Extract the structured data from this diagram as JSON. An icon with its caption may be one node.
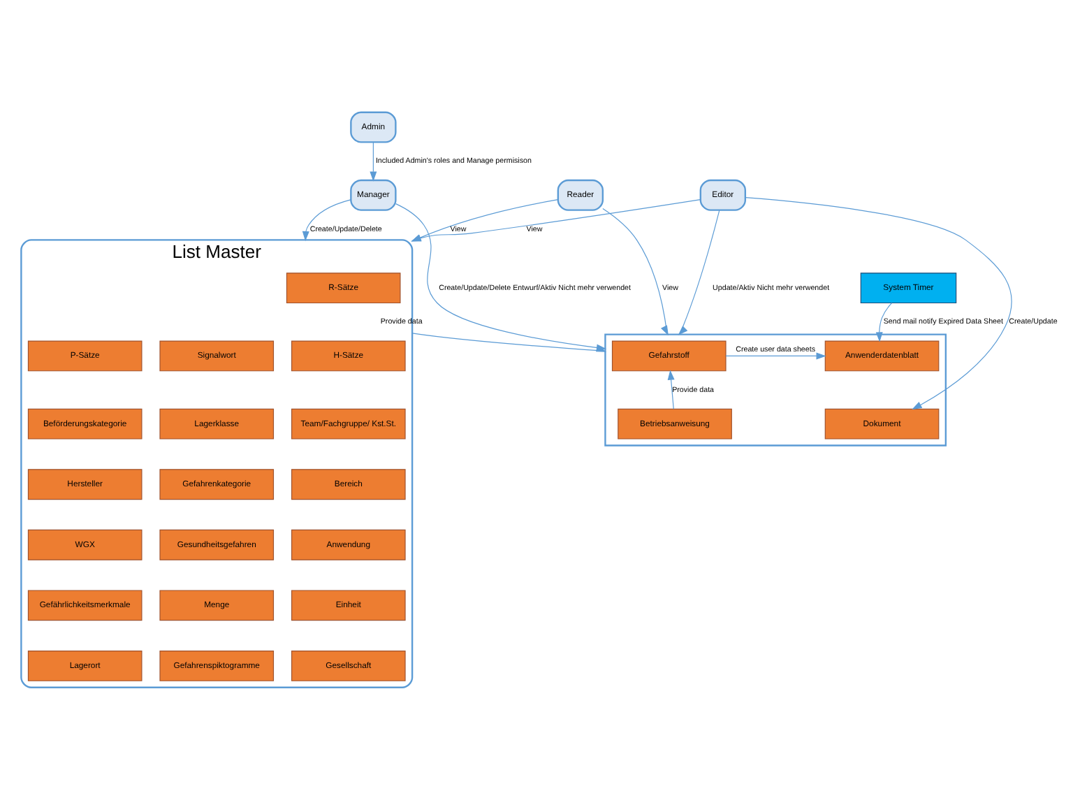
{
  "diagram": {
    "nodes": [
      {
        "text": [
          "Admin"
        ]
      },
      {
        "text": [
          "Manager"
        ]
      },
      {
        "text": [
          "List Master"
        ]
      },
      {
        "text": [
          "R-Sätze"
        ],
        "in": 2
      },
      {
        "text": [
          "P-Sätze"
        ],
        "in": 2
      },
      {
        "text": [
          "Signalwort"
        ],
        "in": 2
      },
      {
        "text": [
          "H-Sätze"
        ],
        "in": 2
      },
      {
        "text": [
          "Beförderungskategorie"
        ],
        "in": 2
      },
      {
        "text": [
          "Lagerklasse"
        ],
        "in": 2
      },
      {
        "text": [
          "Team/Fachgruppe/ Kst.St."
        ],
        "in": 2
      },
      {
        "text": [
          "Hersteller"
        ],
        "in": 2
      },
      {
        "text": [
          "Gefahrenkategorie"
        ],
        "in": 2
      },
      {
        "text": [
          "Bereich"
        ],
        "in": 2
      },
      {
        "text": [
          "WGX"
        ],
        "in": 2
      },
      {
        "text": [
          "Gesundheitsgefahren"
        ],
        "in": 2
      },
      {
        "text": [
          "Anwendung"
        ],
        "in": 2
      },
      {
        "text": [
          "Gefährlichkeitsmerkmale"
        ],
        "in": 2
      },
      {
        "text": [
          "Menge"
        ],
        "in": 2
      },
      {
        "text": [
          "Einheit"
        ],
        "in": 2
      },
      {
        "text": [
          "Lagerort"
        ],
        "in": 2
      },
      {
        "text": [
          "Gefahrenspiktogramme"
        ],
        "in": 2
      },
      {
        "text": [
          "Gesellschaft"
        ],
        "in": 2
      },
      {
        "text": [
          "System Timer"
        ]
      },
      {
        "text": [],
        "shape": "box"
      },
      {
        "text": [
          "Gefahrstoff"
        ],
        "in": 23
      },
      {
        "text": [
          "Anwenderdatenblatt"
        ],
        "in": 23
      },
      {
        "text": [
          "Betriebsanweisung"
        ],
        "in": 23
      },
      {
        "text": [
          "Dokument"
        ],
        "in": 23
      },
      {
        "text": [
          "Editor"
        ]
      },
      {
        "text": [
          "Reader"
        ]
      }
    ],
    "edges": [
      {
        "from": 0,
        "to": 1,
        "arrow": "to",
        "label": "Included Admin's roles and Manage permisison"
      },
      {
        "from": 1,
        "to": 2,
        "arrow": "to",
        "label": "Create/Update/Delete"
      },
      {
        "from": 1,
        "to": 23,
        "arrow": "to",
        "label": "Create/Update/Delete Entwurf/Aktiv Nicht mehr verwendet"
      },
      {
        "from": 22,
        "to": 25,
        "arrow": "to",
        "label": "Send mail notify Expired Data Sheet"
      },
      {
        "from": 2,
        "to": 23,
        "arrow": "to",
        "label": "Provide data"
      },
      {
        "from": 24,
        "to": 25,
        "arrow": "to",
        "label": "Create user data sheets"
      },
      {
        "from": 26,
        "to": 24,
        "arrow": "to",
        "label": "Provide data"
      },
      {
        "from": 28,
        "to": 2,
        "arrow": "to",
        "label": "View"
      },
      {
        "from": 28,
        "to": 23,
        "arrow": "to",
        "label": "Update/Aktiv Nicht mehr verwendet"
      },
      {
        "from": 28,
        "to": 27,
        "arrow": "to",
        "label": "Create/Update"
      },
      {
        "from": 29,
        "to": 2,
        "arrow": "to",
        "label": "View"
      },
      {
        "from": 29,
        "to": 23,
        "arrow": "to",
        "label": "View"
      }
    ]
  }
}
